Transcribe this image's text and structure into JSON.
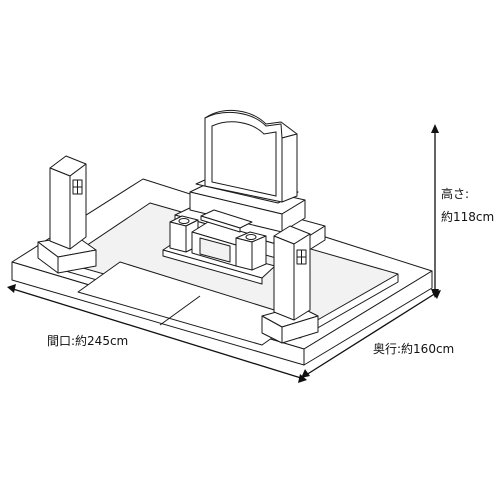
{
  "labels": {
    "height_title": "高さ:",
    "height_value": "約118cm",
    "width": "間口:約245cm",
    "depth": "奥行:約160cm"
  }
}
